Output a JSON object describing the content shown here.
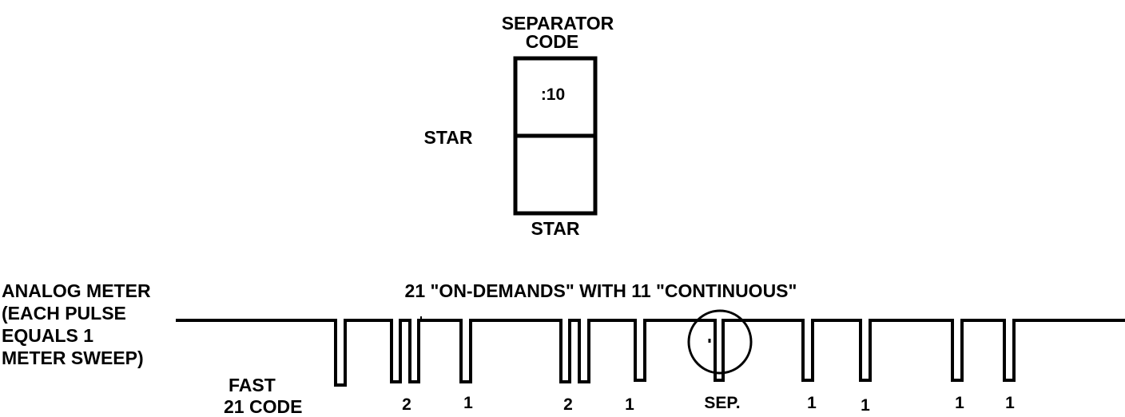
{
  "separator_box": {
    "title_line1": "SEPARATOR",
    "title_line2": "CODE",
    "top_value": ":10",
    "left_label": "STAR",
    "bottom_label": "STAR"
  },
  "meter": {
    "label_line1": "ANALOG METER",
    "label_line2": "(EACH PULSE",
    "label_line3": "EQUALS 1",
    "label_line4": "METER SWEEP)"
  },
  "waveform": {
    "title": "21 \"ON-DEMANDS\" WITH 11 \"CONTINUOUS\"",
    "code_line1": "FAST",
    "code_line2": "21 CODE",
    "pulse_groups": [
      {
        "label": "2",
        "pulses": 2
      },
      {
        "label": "1",
        "pulses": 1
      },
      {
        "label": "2",
        "pulses": 2
      },
      {
        "label": "1",
        "pulses": 1
      },
      {
        "label": "SEP.",
        "pulses": 1
      },
      {
        "label": "1",
        "pulses": 1
      },
      {
        "label": "1",
        "pulses": 1
      },
      {
        "label": "1",
        "pulses": 1
      },
      {
        "label": "1",
        "pulses": 1
      }
    ]
  },
  "colors": {
    "ink": "#000000",
    "background": "#ffffff"
  }
}
